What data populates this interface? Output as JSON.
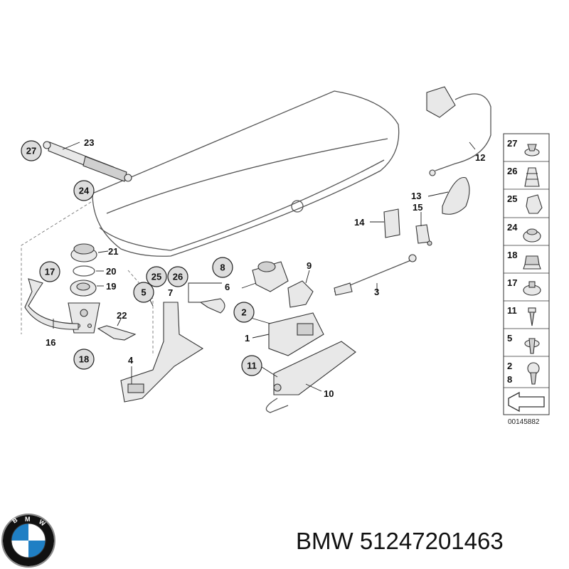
{
  "diagram": {
    "callouts_plain": [
      "23",
      "21",
      "20",
      "19",
      "16",
      "22",
      "4",
      "7",
      "6",
      "9",
      "3",
      "1",
      "10",
      "12",
      "13",
      "14",
      "15"
    ],
    "callouts_circled": [
      "27",
      "24",
      "17",
      "18",
      "25",
      "26",
      "5",
      "8",
      "2",
      "11"
    ],
    "side_panel": [
      "27",
      "26",
      "25",
      "24",
      "18",
      "17",
      "11",
      "5",
      "2",
      "8"
    ],
    "doc_number": "00145882"
  },
  "footer": {
    "brand": "BMW",
    "part_number": "51247201463",
    "logo_letters": "BMW"
  },
  "colors": {
    "logo_blue": "#1f7fc4",
    "logo_ring": "#111111"
  }
}
